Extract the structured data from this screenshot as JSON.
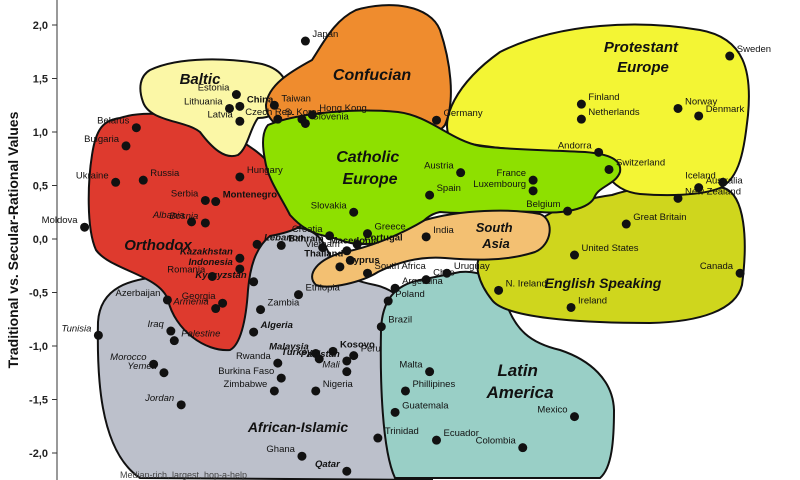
{
  "chart_data": {
    "type": "scatter",
    "xlabel": "",
    "ylabel": "Traditional vs. Secular-Rational Values",
    "ylim": [
      -2.2,
      2.2
    ],
    "y_ticks": [
      "2,0",
      "1,5",
      "1,0",
      "0,5",
      "0,0",
      "-0,5",
      "-1,0",
      "-1,5",
      "-2,0"
    ],
    "footnote": "Median-rich, largest, hop-a-help",
    "regions": [
      {
        "name": "Baltic",
        "color": "#fbf7a6"
      },
      {
        "name": "Confucian",
        "color": "#ef8c2e"
      },
      {
        "name": "Protestant Europe",
        "color": "#f3f534"
      },
      {
        "name": "Orthodox",
        "color": "#de3a2e"
      },
      {
        "name": "Catholic Europe",
        "color": "#8ee000"
      },
      {
        "name": "South Asia",
        "color": "#f3c072"
      },
      {
        "name": "English Speaking",
        "color": "#cfd61d"
      },
      {
        "name": "African-Islamic",
        "color": "#bcc0cb"
      },
      {
        "name": "Latin America",
        "color": "#99cfc6"
      }
    ],
    "points": [
      {
        "label": "Japan",
        "x": 1.02,
        "y": 1.85
      },
      {
        "label": "Estonia",
        "x": 0.82,
        "y": 1.35
      },
      {
        "label": "Lithuania",
        "x": 0.8,
        "y": 1.22
      },
      {
        "label": "China",
        "x": 0.83,
        "y": 1.24
      },
      {
        "label": "Taiwan",
        "x": 0.93,
        "y": 1.25
      },
      {
        "label": "S. Korea",
        "x": 0.94,
        "y": 1.12
      },
      {
        "label": "Latvia",
        "x": 0.83,
        "y": 1.1
      },
      {
        "label": "Hong Kong",
        "x": 1.04,
        "y": 1.16
      },
      {
        "label": "Czech Rep.",
        "x": 1.01,
        "y": 1.12
      },
      {
        "label": "Slovenia",
        "x": 1.02,
        "y": 1.08
      },
      {
        "label": "Sweden",
        "x": 2.25,
        "y": 1.71
      },
      {
        "label": "Finland",
        "x": 1.82,
        "y": 1.26
      },
      {
        "label": "Norway",
        "x": 2.1,
        "y": 1.22
      },
      {
        "label": "Denmark",
        "x": 2.16,
        "y": 1.15
      },
      {
        "label": "Netherlands",
        "x": 1.82,
        "y": 1.12
      },
      {
        "label": "Germany",
        "x": 1.4,
        "y": 1.11
      },
      {
        "label": "Belarus",
        "x": 0.53,
        "y": 1.04
      },
      {
        "label": "Bulgaria",
        "x": 0.5,
        "y": 0.87
      },
      {
        "label": "Ukraine",
        "x": 0.47,
        "y": 0.53
      },
      {
        "label": "Russia",
        "x": 0.55,
        "y": 0.55
      },
      {
        "label": "Moldova",
        "x": 0.38,
        "y": 0.11
      },
      {
        "label": "Serbia",
        "x": 0.73,
        "y": 0.36
      },
      {
        "label": "Montenegro",
        "x": 0.76,
        "y": 0.35
      },
      {
        "label": "Albania",
        "x": 0.69,
        "y": 0.16
      },
      {
        "label": "Bosnia",
        "x": 0.73,
        "y": 0.15
      },
      {
        "label": "Romania",
        "x": 0.75,
        "y": -0.35
      },
      {
        "label": "Georgia",
        "x": 0.78,
        "y": -0.6
      },
      {
        "label": "Armenia",
        "x": 0.76,
        "y": -0.65
      },
      {
        "label": "Hungary",
        "x": 0.83,
        "y": 0.58
      },
      {
        "label": "Austria",
        "x": 1.47,
        "y": 0.62
      },
      {
        "label": "France",
        "x": 1.68,
        "y": 0.55
      },
      {
        "label": "Andorra",
        "x": 1.87,
        "y": 0.81
      },
      {
        "label": "Switzerland",
        "x": 1.9,
        "y": 0.65
      },
      {
        "label": "Luxembourg",
        "x": 1.68,
        "y": 0.45
      },
      {
        "label": "Belgium",
        "x": 1.78,
        "y": 0.26
      },
      {
        "label": "Iceland",
        "x": 2.23,
        "y": 0.53
      },
      {
        "label": "Australia",
        "x": 2.16,
        "y": 0.48
      },
      {
        "label": "New Zealand",
        "x": 2.1,
        "y": 0.38
      },
      {
        "label": "Great Britain",
        "x": 1.95,
        "y": 0.14
      },
      {
        "label": "United States",
        "x": 1.8,
        "y": -0.15
      },
      {
        "label": "Canada",
        "x": 2.28,
        "y": -0.32
      },
      {
        "label": "Ireland",
        "x": 1.79,
        "y": -0.64
      },
      {
        "label": "N. Ireland",
        "x": 1.58,
        "y": -0.48
      },
      {
        "label": "Slovakia",
        "x": 1.16,
        "y": 0.25
      },
      {
        "label": "Spain",
        "x": 1.38,
        "y": 0.41
      },
      {
        "label": "Croatia",
        "x": 1.09,
        "y": 0.03
      },
      {
        "label": "Greece",
        "x": 1.2,
        "y": 0.05
      },
      {
        "label": "Portugal",
        "x": 1.17,
        "y": -0.05
      },
      {
        "label": "Vietnam",
        "x": 1.14,
        "y": -0.11
      },
      {
        "label": "Thailand",
        "x": 1.15,
        "y": -0.2
      },
      {
        "label": "Cyprus",
        "x": 1.12,
        "y": -0.26
      },
      {
        "label": "Macedonia",
        "x": 1.07,
        "y": -0.08
      },
      {
        "label": "India",
        "x": 1.37,
        "y": 0.02
      },
      {
        "label": "Lebanon",
        "x": 0.88,
        "y": -0.05
      },
      {
        "label": "Kazakhstan",
        "x": 0.83,
        "y": -0.18
      },
      {
        "label": "Indonesia",
        "x": 0.83,
        "y": -0.28
      },
      {
        "label": "Bahrain",
        "x": 0.95,
        "y": -0.06
      },
      {
        "label": "Kyrgyzstan",
        "x": 0.87,
        "y": -0.4
      },
      {
        "label": "Ethiopia",
        "x": 1.0,
        "y": -0.52
      },
      {
        "label": "Zambia",
        "x": 0.89,
        "y": -0.66
      },
      {
        "label": "Algeria",
        "x": 0.87,
        "y": -0.87
      },
      {
        "label": "South Africa",
        "x": 1.2,
        "y": -0.32
      },
      {
        "label": "Azerbaijan",
        "x": 0.62,
        "y": -0.57
      },
      {
        "label": "Tunisia",
        "x": 0.42,
        "y": -0.9
      },
      {
        "label": "Iraq",
        "x": 0.63,
        "y": -0.86
      },
      {
        "label": "Palestine",
        "x": 0.64,
        "y": -0.95
      },
      {
        "label": "Morocco",
        "x": 0.58,
        "y": -1.17
      },
      {
        "label": "Yemen",
        "x": 0.61,
        "y": -1.25
      },
      {
        "label": "Jordan",
        "x": 0.66,
        "y": -1.55
      },
      {
        "label": "Rwanda",
        "x": 0.94,
        "y": -1.16
      },
      {
        "label": "Burkina Faso",
        "x": 0.95,
        "y": -1.3
      },
      {
        "label": "Zimbabwe",
        "x": 0.93,
        "y": -1.42
      },
      {
        "label": "Nigeria",
        "x": 1.05,
        "y": -1.42
      },
      {
        "label": "Malaysia",
        "x": 1.05,
        "y": -1.07
      },
      {
        "label": "Turkey",
        "x": 1.06,
        "y": -1.12
      },
      {
        "label": "Kosovo",
        "x": 1.1,
        "y": -1.05
      },
      {
        "label": "Pakistan",
        "x": 1.14,
        "y": -1.14
      },
      {
        "label": "Mali",
        "x": 1.14,
        "y": -1.24
      },
      {
        "label": "Peru",
        "x": 1.16,
        "y": -1.09
      },
      {
        "label": "Ghana",
        "x": 1.01,
        "y": -2.03
      },
      {
        "label": "Qatar",
        "x": 1.14,
        "y": -2.17
      },
      {
        "label": "Chile",
        "x": 1.37,
        "y": -0.38
      },
      {
        "label": "Uruguay",
        "x": 1.43,
        "y": -0.32
      },
      {
        "label": "Argentina",
        "x": 1.28,
        "y": -0.46
      },
      {
        "label": "Poland",
        "x": 1.26,
        "y": -0.58
      },
      {
        "label": "Brazil",
        "x": 1.24,
        "y": -0.82
      },
      {
        "label": "Malta",
        "x": 1.38,
        "y": -1.24
      },
      {
        "label": "Phillipines",
        "x": 1.31,
        "y": -1.42
      },
      {
        "label": "Guatemala",
        "x": 1.28,
        "y": -1.62
      },
      {
        "label": "Trinidad",
        "x": 1.23,
        "y": -1.86
      },
      {
        "label": "Ecuador",
        "x": 1.4,
        "y": -1.88
      },
      {
        "label": "Colombia",
        "x": 1.65,
        "y": -1.95
      },
      {
        "label": "Mexico",
        "x": 1.8,
        "y": -1.66
      }
    ]
  }
}
